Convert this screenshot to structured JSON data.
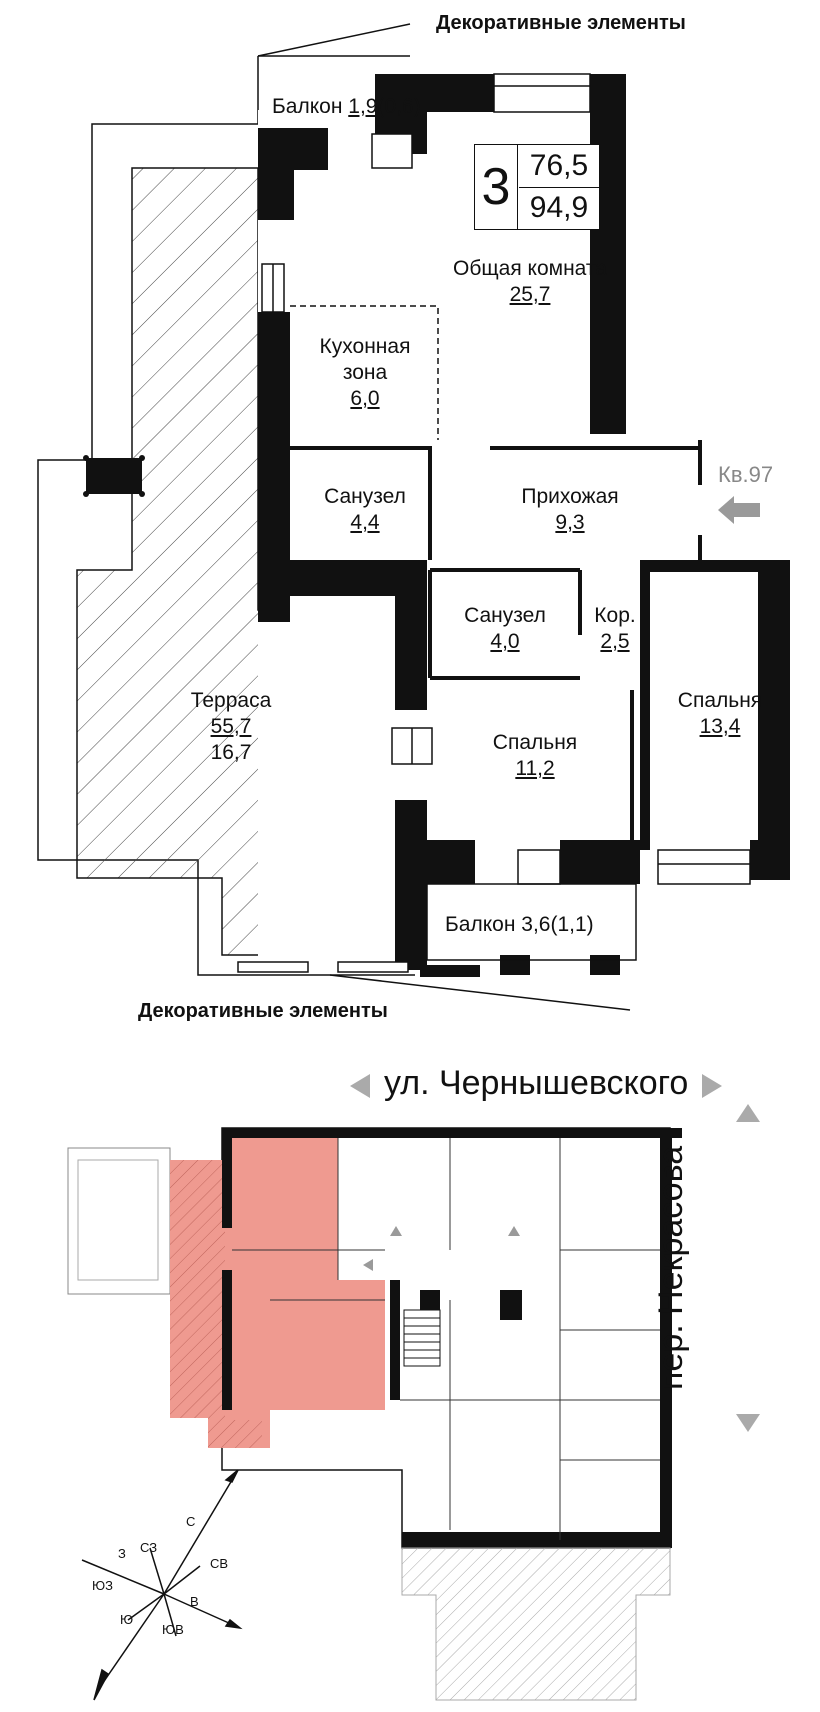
{
  "decor_top": "Декоративные элементы",
  "decor_bottom": "Декоративные элементы",
  "apartment": {
    "rooms": "3",
    "living_area": "76,5",
    "total_area": "94,9"
  },
  "entrance": "Кв.97",
  "rooms": {
    "balcony_top": {
      "name": "Балкон",
      "area": "1,9(0,6)"
    },
    "living": {
      "name": "Общая комната",
      "area": "25,7"
    },
    "kitchen": {
      "name_1": "Кухонная",
      "name_2": "зона",
      "area": "6,0"
    },
    "bath1": {
      "name": "Санузел",
      "area": "4,4"
    },
    "hall": {
      "name": "Прихожая",
      "area": "9,3"
    },
    "bath2": {
      "name": "Санузел",
      "area": "4,0"
    },
    "corridor": {
      "name": "Кор.",
      "area": "2,5"
    },
    "terrace": {
      "name": "Терраса",
      "area": "55,7",
      "area2": "16,7"
    },
    "bedroom1": {
      "name": "Спальня",
      "area": "11,2"
    },
    "bedroom2": {
      "name": "Спальня",
      "area": "13,4"
    },
    "balcony_bottom": {
      "name": "Балкон",
      "area": "3,6(1,1)"
    }
  },
  "streets": {
    "main": "ул. Чернышевского",
    "side": "пер. Некрасова"
  },
  "compass": {
    "n": "С",
    "s": "Ю",
    "e": "В",
    "w": "З",
    "nw": "СЗ",
    "ne": "СВ",
    "sw": "ЮЗ",
    "se": "ЮВ"
  },
  "colors": {
    "highlight": "#ef9a90",
    "walls": "#111111",
    "arrow": "#9a9a9a"
  }
}
